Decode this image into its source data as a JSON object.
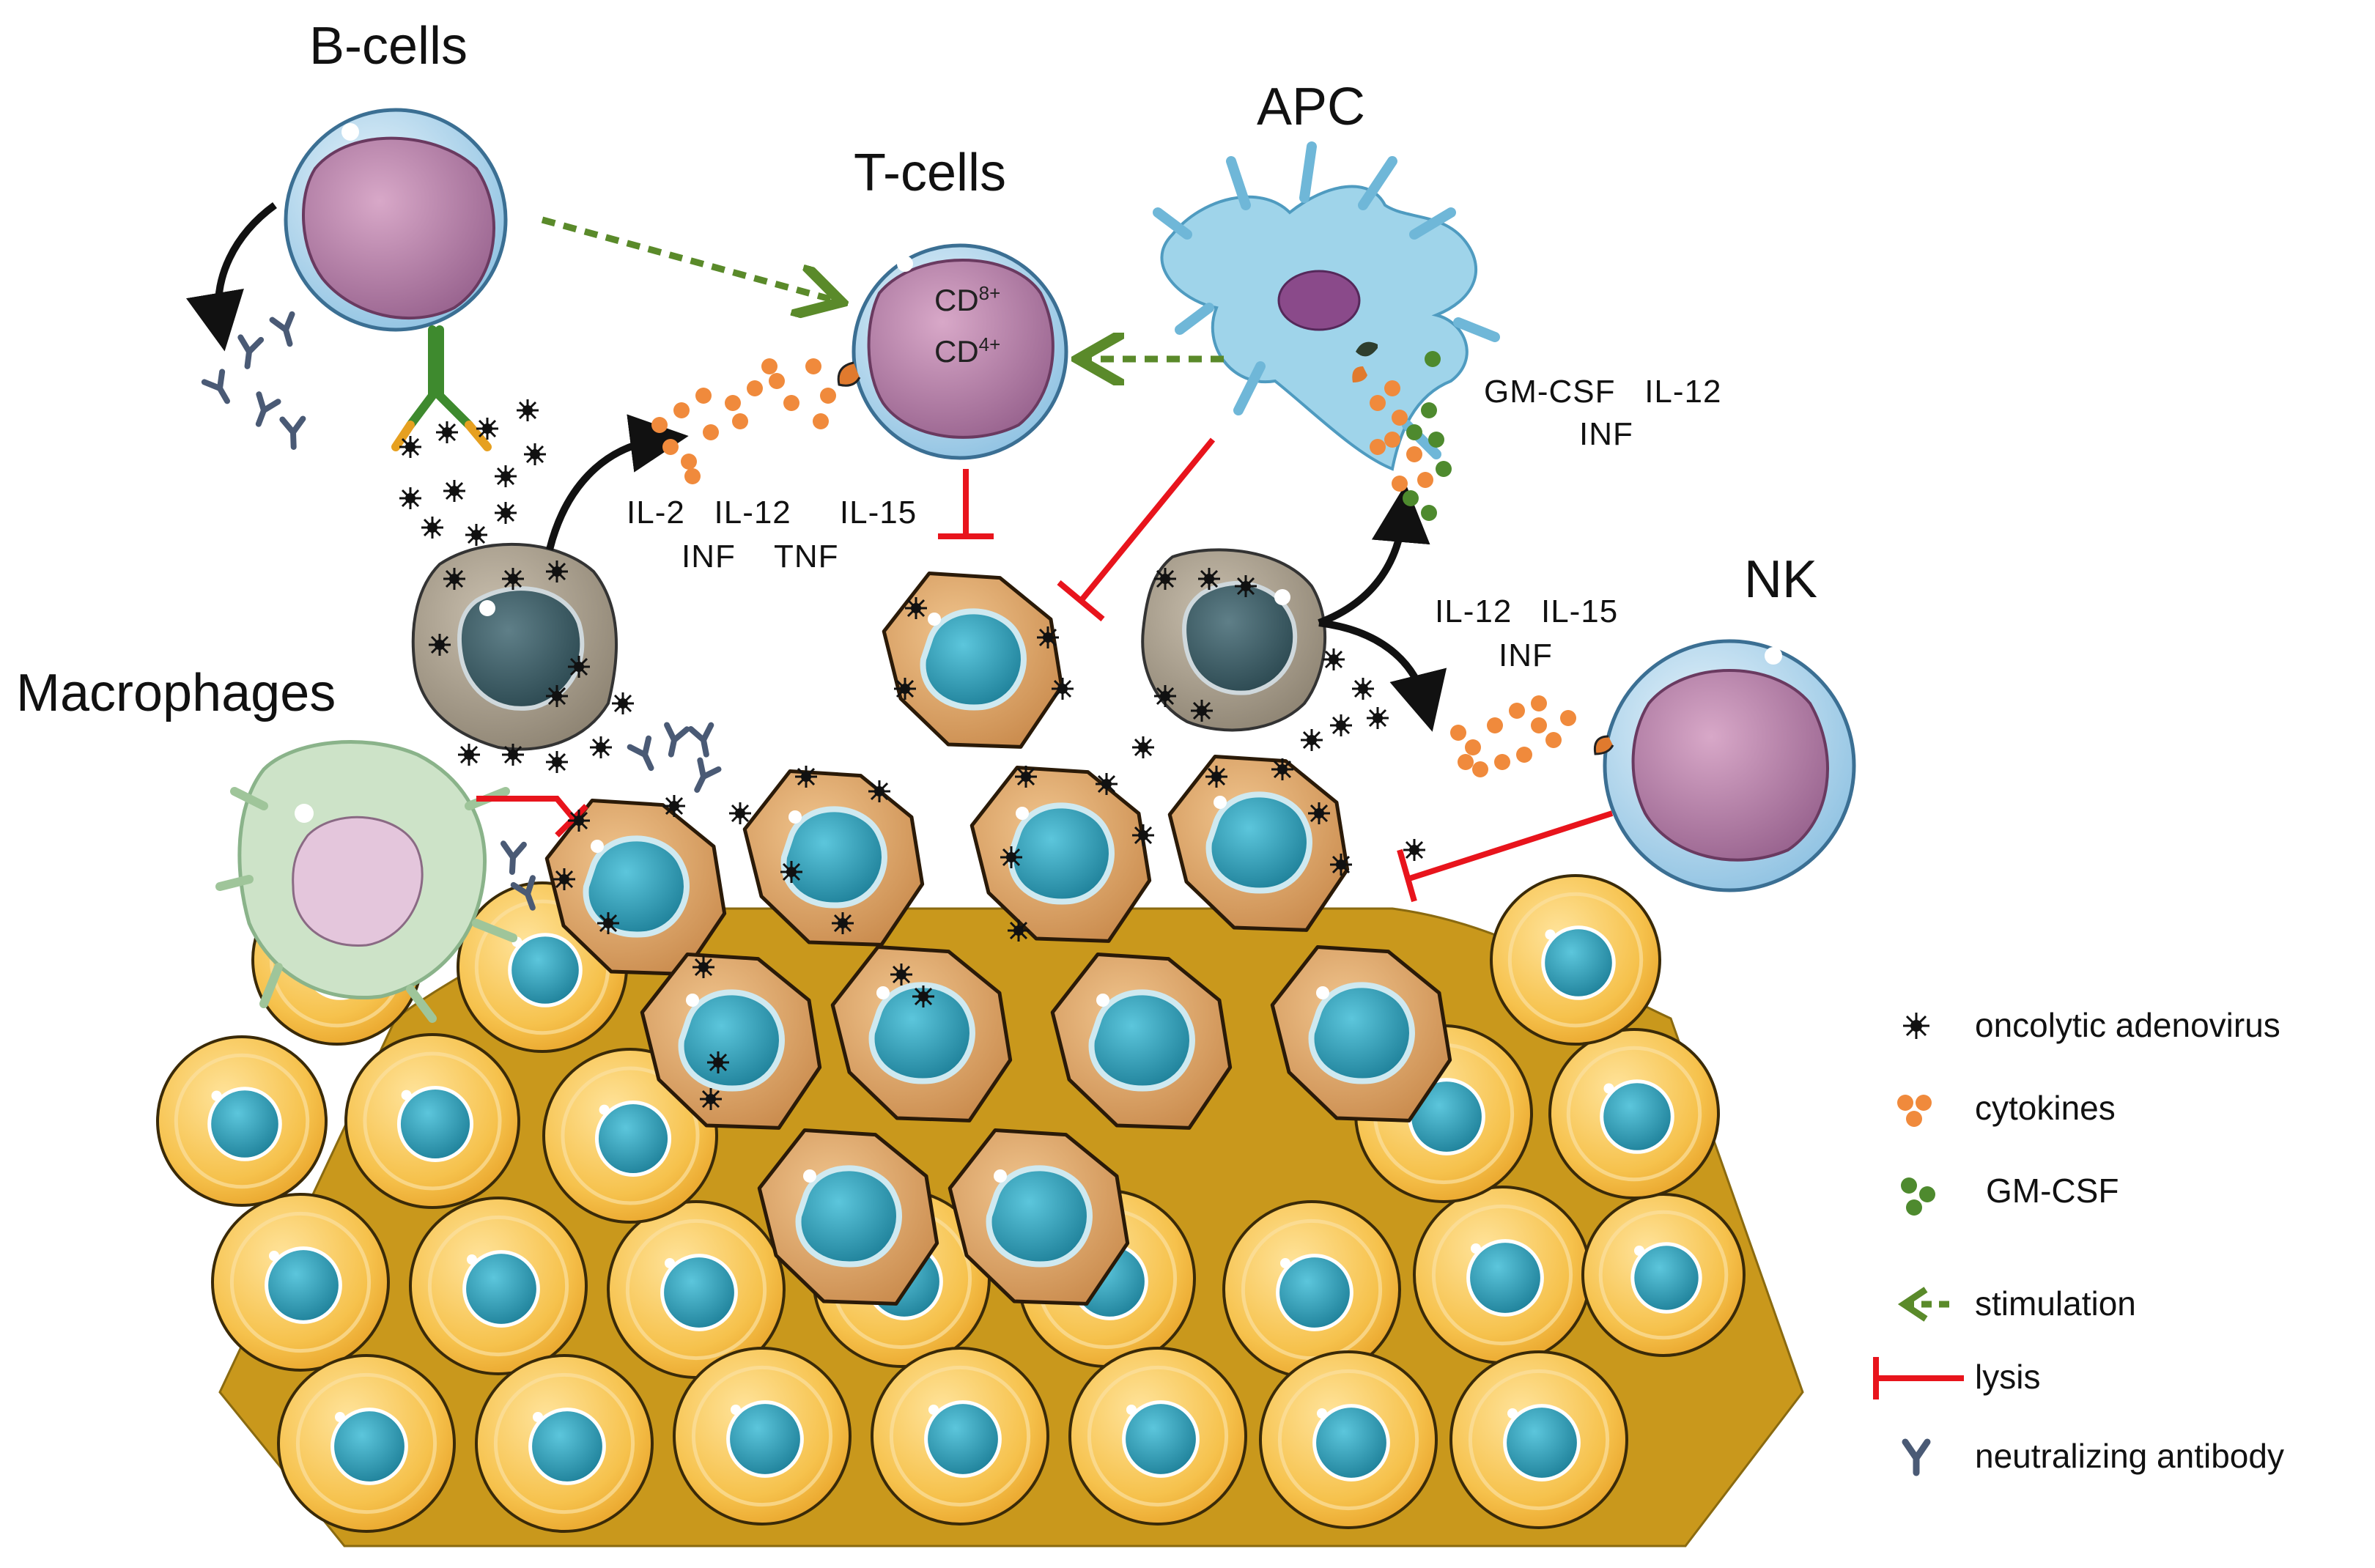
{
  "labels": {
    "b_cells": "B-cells",
    "t_cells": "T-cells",
    "apc": "APC",
    "nk": "NK",
    "macrophages": "Macrophages"
  },
  "t_cell_markers": {
    "cd8_base": "CD",
    "cd8_sup": "8+",
    "cd4_base": "CD",
    "cd4_sup": "4+"
  },
  "cytokine_groups": {
    "t_cell_group": {
      "line1": "IL-2   IL-12     IL-15",
      "line2": "INF    TNF"
    },
    "apc_group": {
      "line1": "GM-CSF   IL-12",
      "line2": "INF"
    },
    "nk_group": {
      "line1": "IL-12   IL-15",
      "line2": "INF"
    }
  },
  "legend": {
    "items": [
      {
        "symbol": "virus-icon",
        "label": "oncolytic adenovirus"
      },
      {
        "symbol": "cytokine-dots",
        "label": "cytokines"
      },
      {
        "symbol": "gmcsf-dots",
        "label": "GM-CSF"
      },
      {
        "symbol": "stimulation-arrow",
        "label": "stimulation"
      },
      {
        "symbol": "lysis-bar",
        "label": "lysis"
      },
      {
        "symbol": "antibody-icon",
        "label": "neutralizing antibody"
      }
    ]
  },
  "colors": {
    "stimulation": "#5a8a2a",
    "lysis": "#e8141c",
    "cytokine": "#f08a3c",
    "gmcsf": "#4e8a2e",
    "antibody": "#4a5a75",
    "tumor_cell": "#d9a16a",
    "normal_cell": "#f5c24a",
    "nucleus": "#2e9bb5",
    "stroma": "#c99a1a"
  }
}
